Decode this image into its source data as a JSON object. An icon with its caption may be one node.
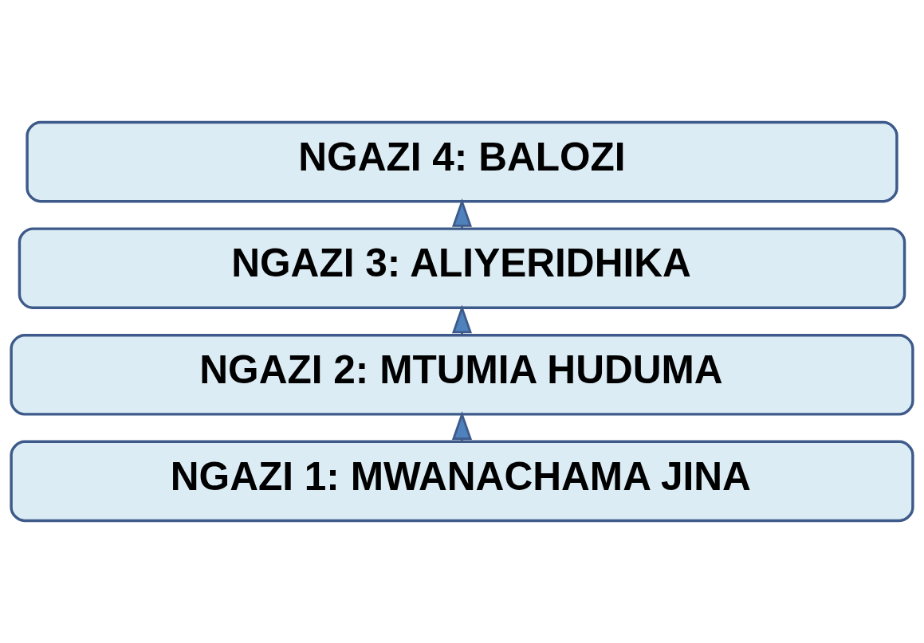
{
  "diagram": {
    "nodes": [
      {
        "text": [
          "NGAZI 4: BALOZI"
        ]
      },
      {
        "text": [
          "NGAZI 3: ALIYERIDHIKA"
        ]
      },
      {
        "text": [
          "NGAZI 2: MTUMIA HUDUMA"
        ]
      },
      {
        "text": [
          "NGAZI 1: MWANACHAMA JINA"
        ]
      }
    ],
    "edges": [
      {
        "from": 3,
        "to": 2,
        "arrow": "to"
      },
      {
        "from": 2,
        "to": 1,
        "arrow": "to"
      },
      {
        "from": 1,
        "to": 0,
        "arrow": "to"
      }
    ]
  }
}
